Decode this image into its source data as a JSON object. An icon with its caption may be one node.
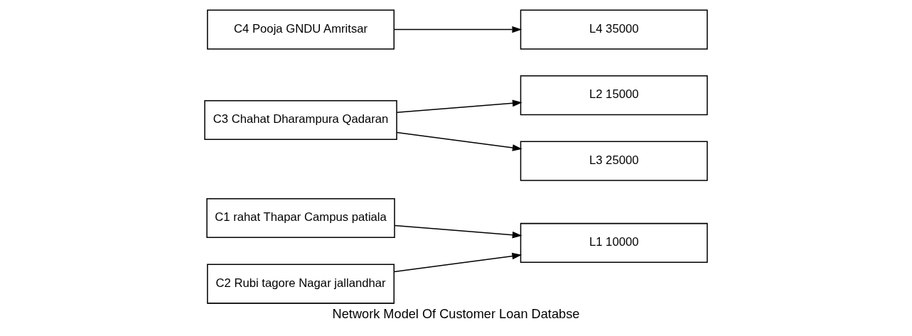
{
  "diagram": {
    "caption": "Network Model Of Customer Loan Databse",
    "nodes": [
      {
        "text": [
          "C1 rahat Thapar Campus patiala"
        ]
      },
      {
        "text": [
          "C2 Rubi tagore Nagar jallandhar"
        ]
      },
      {
        "text": [
          "C3 Chahat Dharampura Qadaran"
        ]
      },
      {
        "text": [
          "C4 Pooja GNDU Amritsar"
        ]
      },
      {
        "text": [
          "L1 10000"
        ]
      },
      {
        "text": [
          "L2 15000"
        ]
      },
      {
        "text": [
          "L3 25000"
        ]
      },
      {
        "text": [
          "L4 35000"
        ]
      }
    ],
    "edges": [
      {
        "from": 0,
        "to": 4,
        "arrow": "to"
      },
      {
        "from": 1,
        "to": 4,
        "arrow": "to"
      },
      {
        "from": 2,
        "to": 5,
        "arrow": "to"
      },
      {
        "from": 2,
        "to": 6,
        "arrow": "to"
      },
      {
        "from": 3,
        "to": 7,
        "arrow": "to"
      }
    ]
  }
}
